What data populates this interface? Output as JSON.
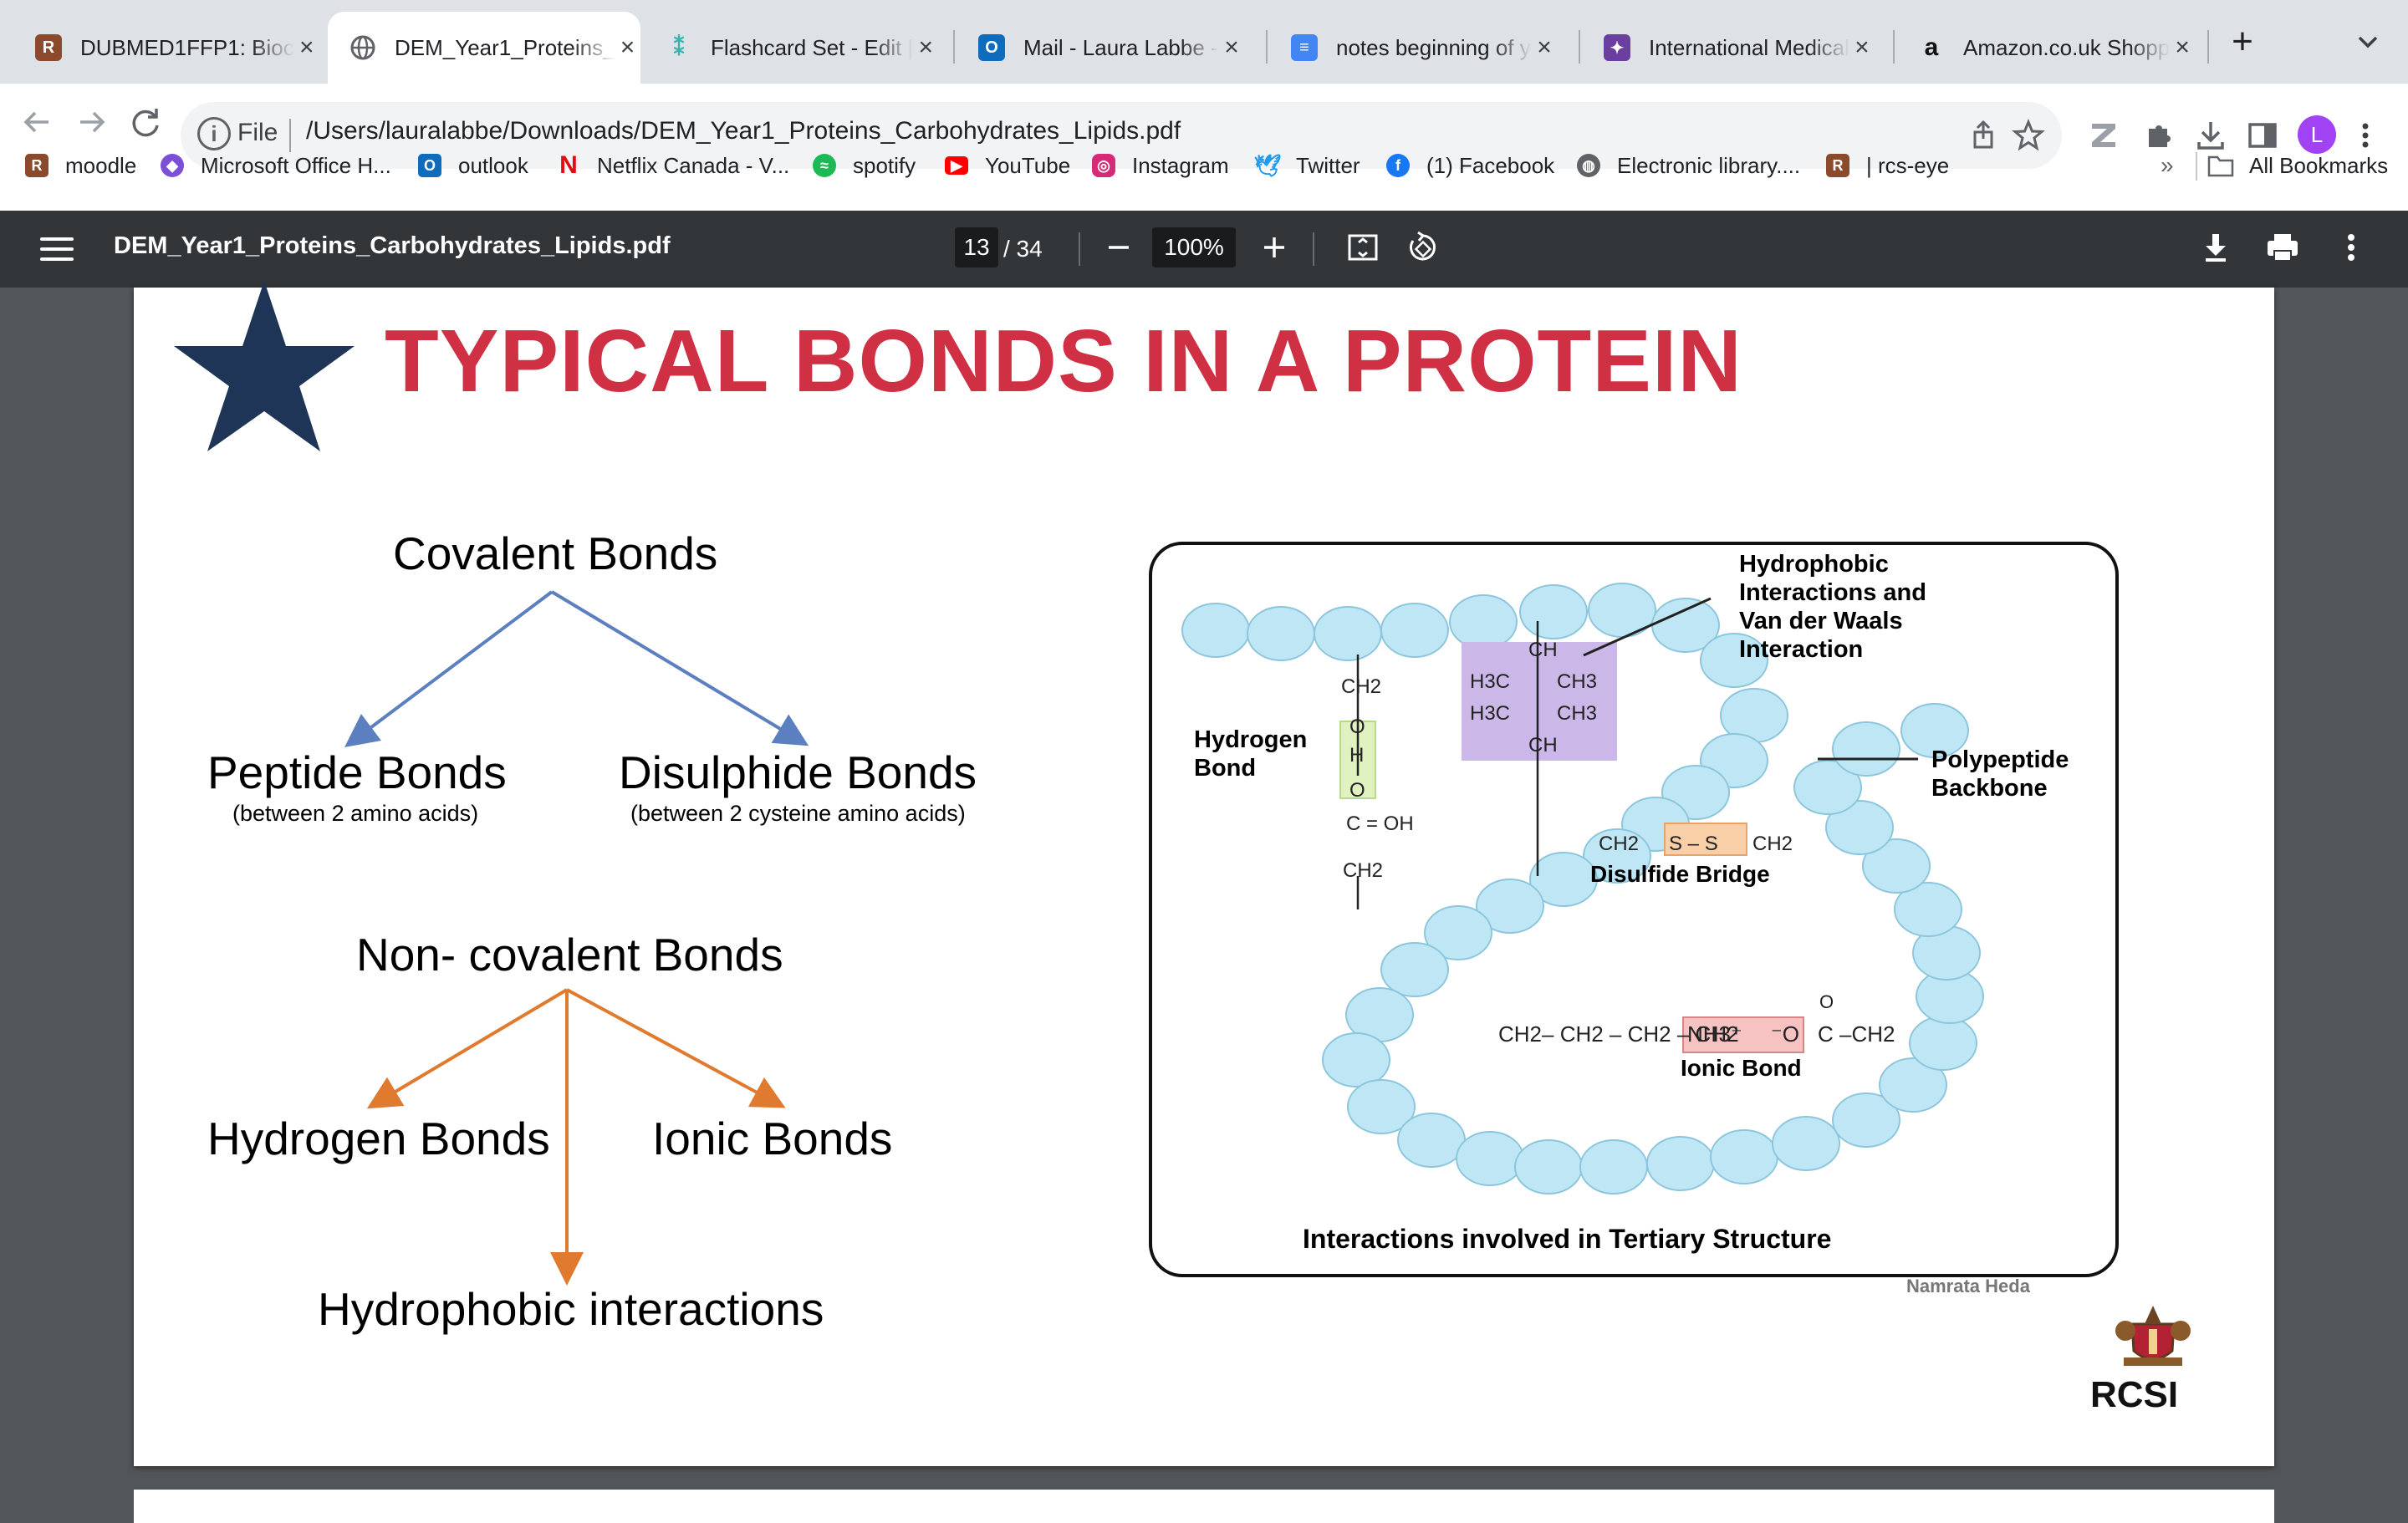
{
  "tabs": [
    {
      "title": "DUBMED1FFP1: Bioc",
      "icon": "rcsi-crest-icon",
      "color": "#8b4a2b"
    },
    {
      "title": "DEM_Year1_Proteins_",
      "icon": "globe-icon",
      "color": "#5f6368",
      "active": true
    },
    {
      "title": "Flashcard Set - Edit |",
      "icon": "quizlet-icon",
      "color": "#38b2ac"
    },
    {
      "title": "Mail - Laura Labbe - ",
      "icon": "outlook-icon",
      "color": "#0f6cbd"
    },
    {
      "title": "notes beginning of y",
      "icon": "google-docs-icon",
      "color": "#4285f4"
    },
    {
      "title": "International Medical",
      "icon": "crest-icon",
      "color": "#6b3fa0"
    },
    {
      "title": "Amazon.co.uk Shopp",
      "icon": "amazon-icon",
      "color": "#111111"
    }
  ],
  "toolbar": {
    "file_label": "File",
    "url": "/Users/lauralabbe/Downloads/DEM_Year1_Proteins_Carbohydrates_Lipids.pdf",
    "profile_initial": "L"
  },
  "bookmarks": [
    {
      "label": "moodle",
      "icon": "rcsi-crest-icon",
      "color": "#8b4a2b"
    },
    {
      "label": "Microsoft Office H...",
      "icon": "microsoft-365-icon",
      "color": "#7b4fd6"
    },
    {
      "label": "outlook",
      "icon": "outlook-icon",
      "color": "#0f6cbd"
    },
    {
      "label": "Netflix Canada - V...",
      "icon": "netflix-icon",
      "color": "#e50914"
    },
    {
      "label": "spotify",
      "icon": "spotify-icon",
      "color": "#1db954"
    },
    {
      "label": "YouTube",
      "icon": "youtube-icon",
      "color": "#ff0000"
    },
    {
      "label": "Instagram",
      "icon": "instagram-icon",
      "color": "#d62976"
    },
    {
      "label": "Twitter",
      "icon": "twitter-icon",
      "color": "#1d9bf0"
    },
    {
      "label": "(1) Facebook",
      "icon": "facebook-icon",
      "color": "#1877f2"
    },
    {
      "label": "Electronic library....",
      "icon": "globe-icon",
      "color": "#5f6368"
    },
    {
      "label": "| rcs-eye",
      "icon": "rcsi-crest-icon",
      "color": "#8b4a2b"
    }
  ],
  "bookmarks_overflow": "»",
  "all_bookmarks": "All Bookmarks",
  "pdf": {
    "filename": "DEM_Year1_Proteins_Carbohydrates_Lipids.pdf",
    "page": "13",
    "total": "/ 34",
    "zoom": "100%"
  },
  "slide": {
    "title": "TYPICAL BONDS IN A PROTEIN",
    "title_color": "#d03043",
    "star_color": "#1e3557",
    "covalent": "Covalent Bonds",
    "peptide": "Peptide Bonds",
    "peptide_sub": "(between  2 amino acids)",
    "disulphide": "Disulphide Bonds",
    "disulphide_sub": "(between  2 cysteine amino acids)",
    "noncovalent": "Non- covalent Bonds",
    "hydrogen": "Hydrogen Bonds",
    "ionic": "Ionic Bonds",
    "hydrophobic": "Hydrophobic interactions",
    "covalent_arrow_color": "#5b7fbf",
    "noncovalent_arrow_color": "#e07a2e",
    "logo_text": "RCSI"
  },
  "figure": {
    "hydrophobic_label": [
      "Hydrophobic",
      "Interactions and",
      "Van der Waals",
      "Interaction"
    ],
    "hydrogen_label": [
      "Hydrogen",
      "Bond"
    ],
    "polypeptide_label": [
      "Polypeptide",
      "Backbone"
    ],
    "disulfide_label": "Disulfide Bridge",
    "ionic_label": "Ionic Bond",
    "caption": "Interactions involved in Tertiary Structure",
    "credit": "Namrata Heda",
    "ch": "CH",
    "ch_bottom": "CH",
    "h3c_1": "H3C",
    "ch3_1": "CH3",
    "h3c_2": "H3C",
    "ch3_2": "CH3",
    "ch2_top": "CH2",
    "o_top": "O",
    "h": "H",
    "o_bottom": "O",
    "c_oh": "C = OH",
    "ch2_bottom": "CH2",
    "ss_left": "CH2",
    "ss": "S – S",
    "ss_right": "CH2",
    "ionic_chain": "CH2– CH2 – CH2 – CH2",
    "nh3": "NH3⁺",
    "o_minus": "⁻O",
    "carbonyl_o": "O",
    "carbonyl_c": "C –CH2",
    "bead_color": "#bfe6f5",
    "purple_box_color": "#cbb8e8",
    "green_box_color": "#dff2c0",
    "orange_box_color": "#f8cfa6",
    "pink_box_color": "#f6c2c2"
  }
}
